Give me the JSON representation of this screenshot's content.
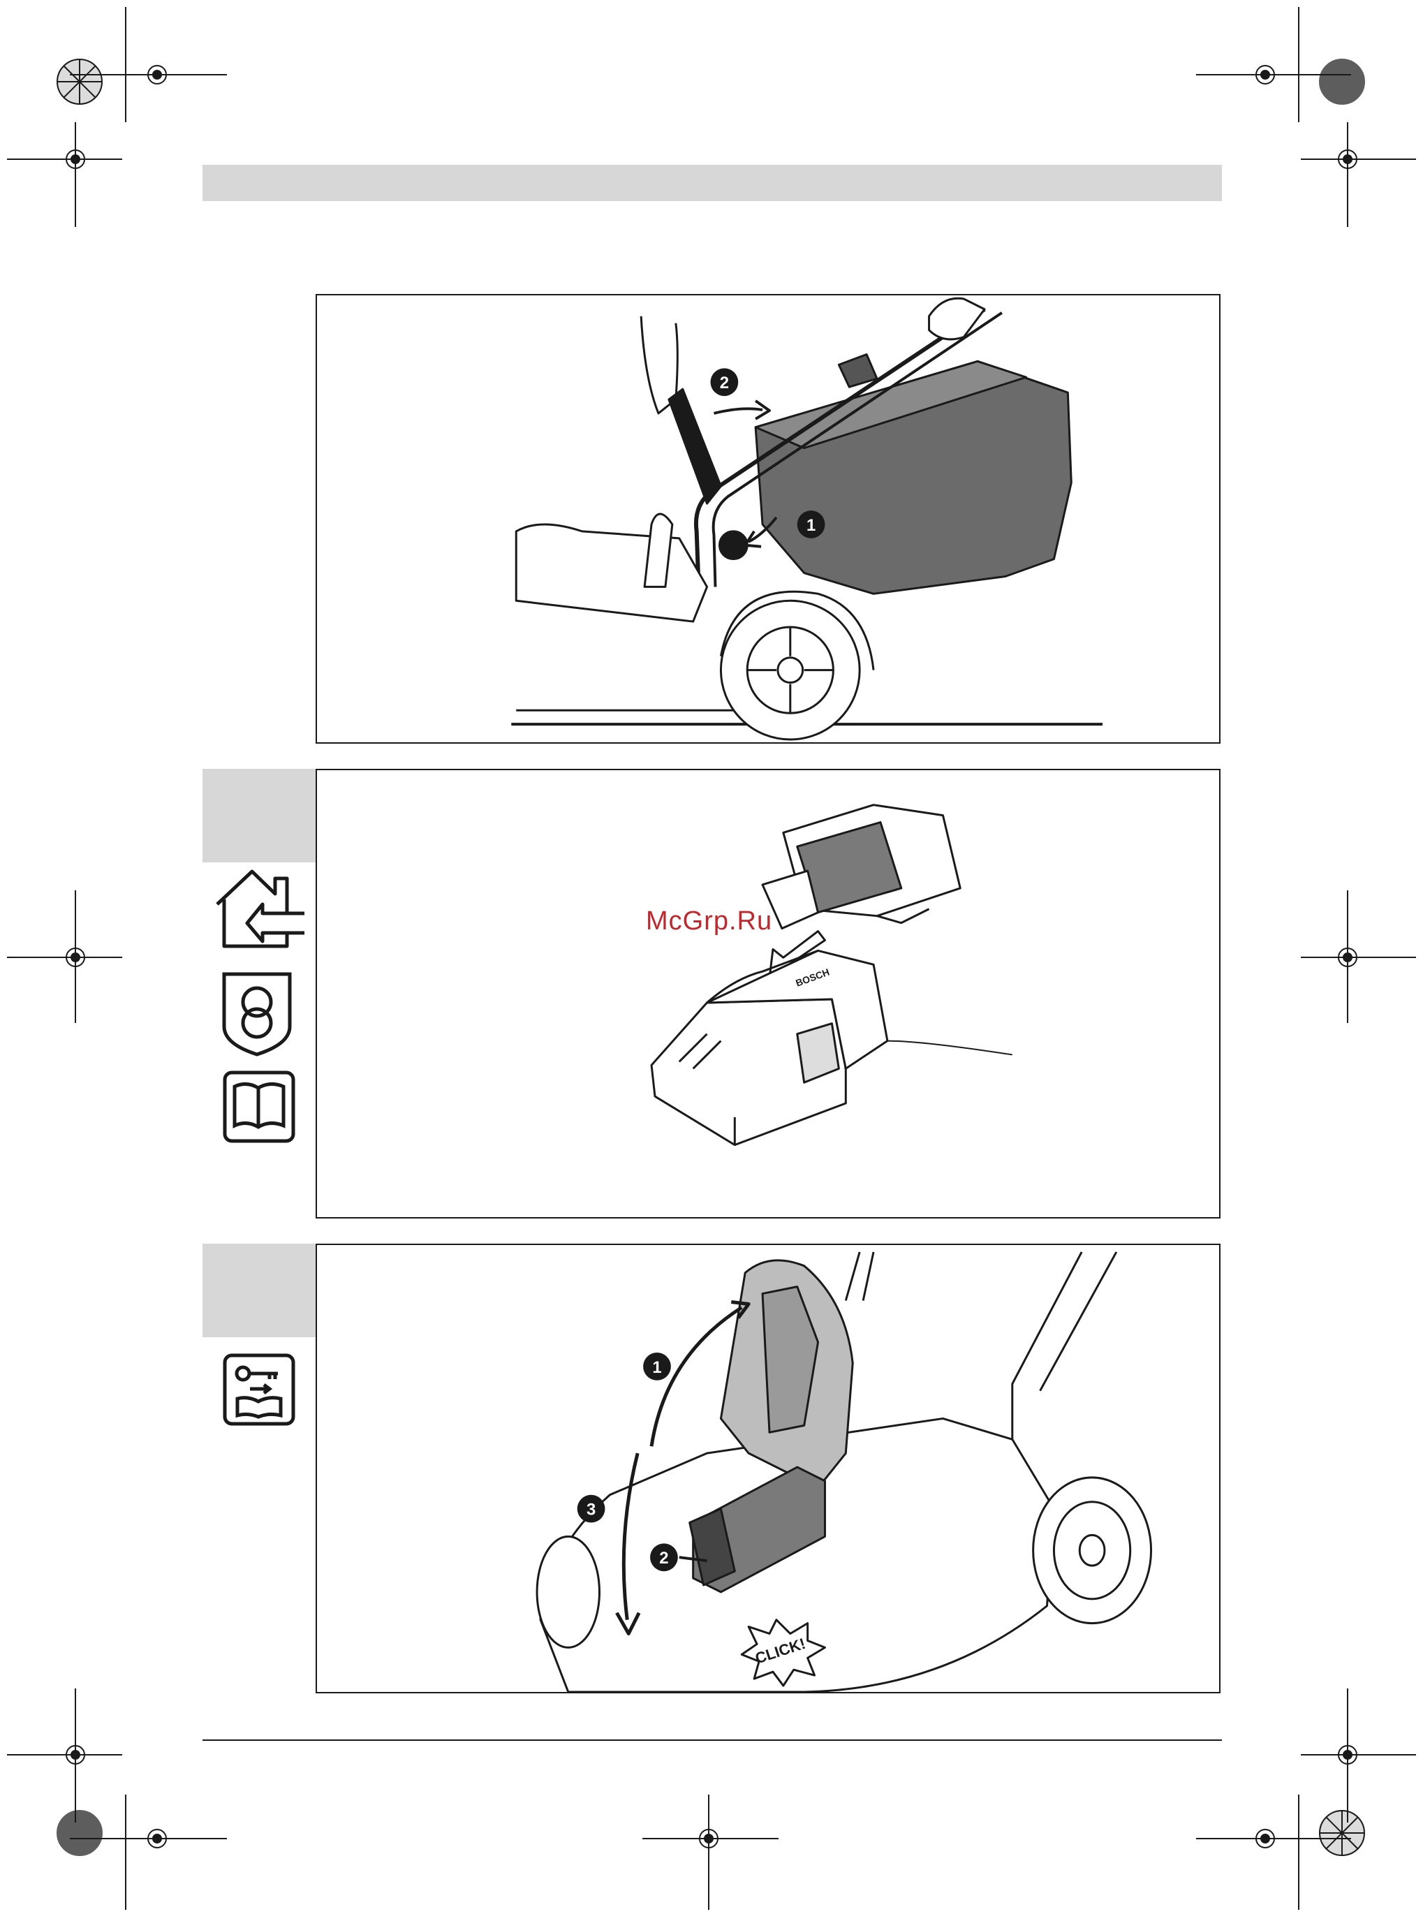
{
  "watermark": "McGrp.Ru",
  "figures": {
    "grass_box": {
      "step_marks": [
        "2",
        "1"
      ]
    },
    "charger": {
      "charger_label": "BOSCH"
    },
    "battery_insert": {
      "step_marks": [
        "1",
        "3",
        "2"
      ],
      "click_label": "CLICK!"
    }
  },
  "side_icons": [
    "house-arrow-icon",
    "shield-transformer-icon",
    "manual-book-icon",
    "key-manual-icon"
  ],
  "colors": {
    "band": "#d7d7d7",
    "line": "#1a1a1a",
    "watermark": "#c0282e",
    "housing": "#6b6b6b"
  }
}
